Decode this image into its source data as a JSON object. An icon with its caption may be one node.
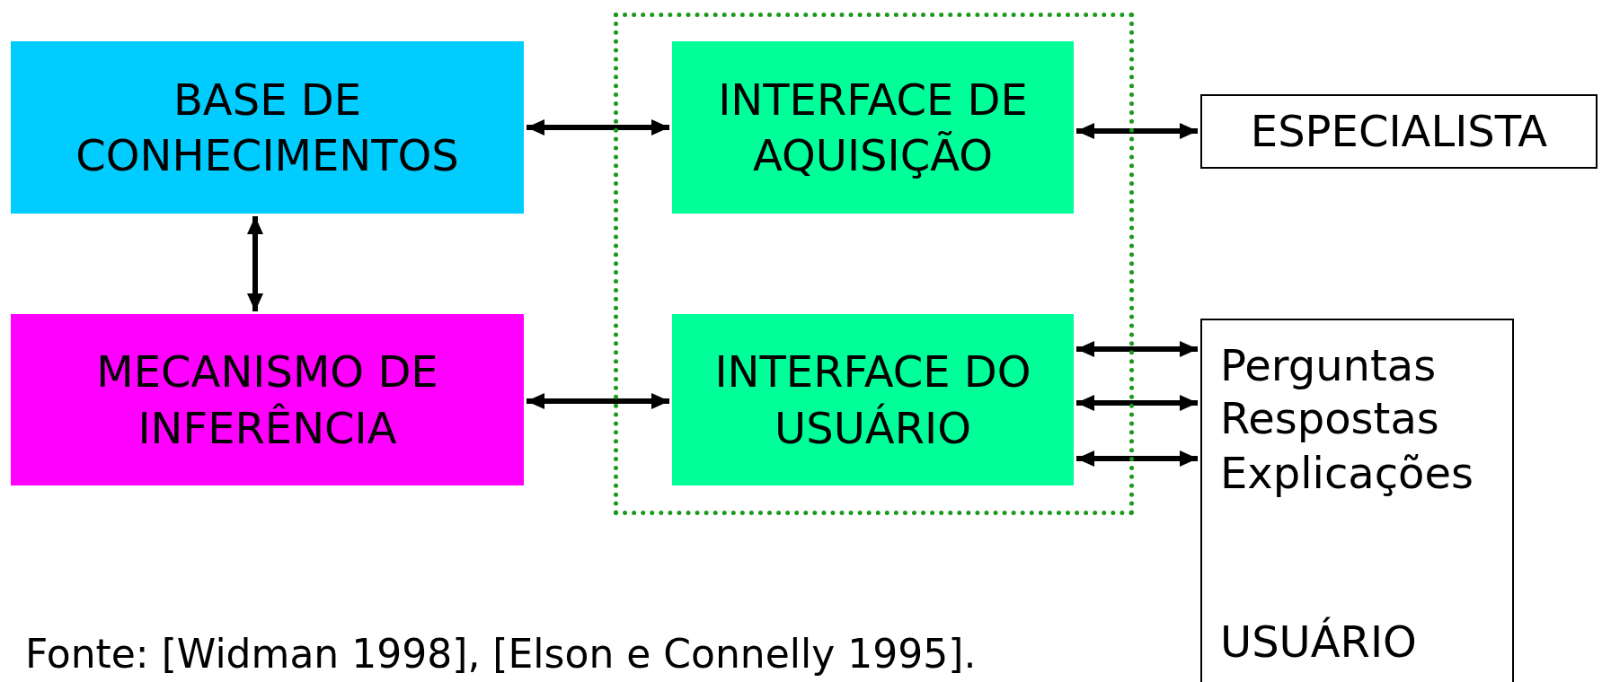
{
  "diagram": {
    "caption": "Fonte: [Widman 1998], [Elson e Connelly 1995].",
    "nodes": [
      {
        "text": [
          "BASE DE CONHECIMENTOS"
        ]
      },
      {
        "text": [],
        "shape": "box"
      },
      {
        "text": [
          "INTERFACE DE AQUISIÇÃO"
        ],
        "in": 1
      },
      {
        "text": [
          "ESPECIALISTA"
        ]
      },
      {
        "text": [
          "MECANISMO DE INFERÊNCIA"
        ]
      },
      {
        "text": [
          "INTERFACE DO USUÁRIO"
        ],
        "in": 1
      },
      {
        "text": [
          "Perguntas",
          "Respostas",
          "Explicações",
          "USUÁRIO"
        ]
      }
    ],
    "edges": [
      {
        "from": 0,
        "to": 2,
        "arrow": "both"
      },
      {
        "from": 2,
        "to": 3,
        "arrow": "both"
      },
      {
        "from": 0,
        "to": 4,
        "arrow": "both"
      },
      {
        "from": 4,
        "to": 5,
        "arrow": "both"
      },
      {
        "from": 5,
        "to": 6,
        "arrow": "both"
      },
      {
        "from": 5,
        "to": 6,
        "arrow": "both"
      },
      {
        "from": 5,
        "to": 6,
        "arrow": "both"
      }
    ]
  }
}
